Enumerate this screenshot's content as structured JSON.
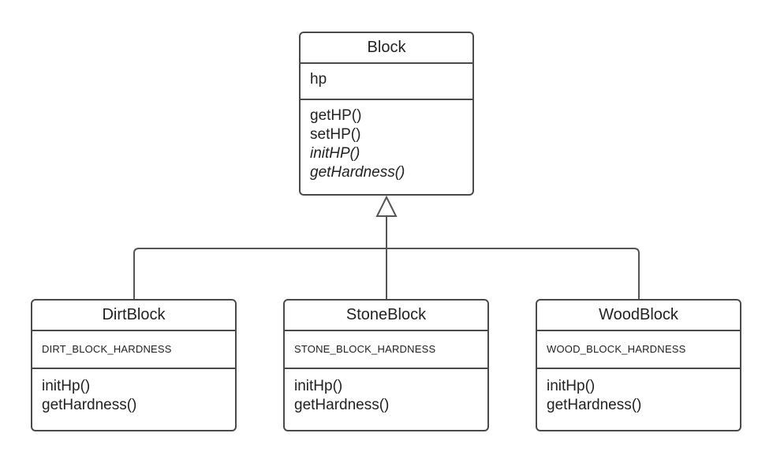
{
  "diagram": {
    "parent": {
      "name": "Block",
      "attributes": [
        "hp"
      ],
      "methods": [
        {
          "label": "getHP()",
          "abstract": false
        },
        {
          "label": "setHP()",
          "abstract": false
        },
        {
          "label": "initHP()",
          "abstract": true
        },
        {
          "label": "getHardness()",
          "abstract": true
        }
      ]
    },
    "children": [
      {
        "name": "DirtBlock",
        "attributes": [
          "DIRT_BLOCK_HARDNESS"
        ],
        "methods": [
          "initHp()",
          "getHardness()"
        ]
      },
      {
        "name": "StoneBlock",
        "attributes": [
          "STONE_BLOCK_HARDNESS"
        ],
        "methods": [
          "initHp()",
          "getHardness()"
        ]
      },
      {
        "name": "WoodBlock",
        "attributes": [
          "WOOD_BLOCK_HARDNESS"
        ],
        "methods": [
          "initHp()",
          "getHardness()"
        ]
      }
    ],
    "relationship": "generalization",
    "colors": {
      "border": "#4a4a4a",
      "text": "#222222",
      "background": "#ffffff"
    }
  }
}
